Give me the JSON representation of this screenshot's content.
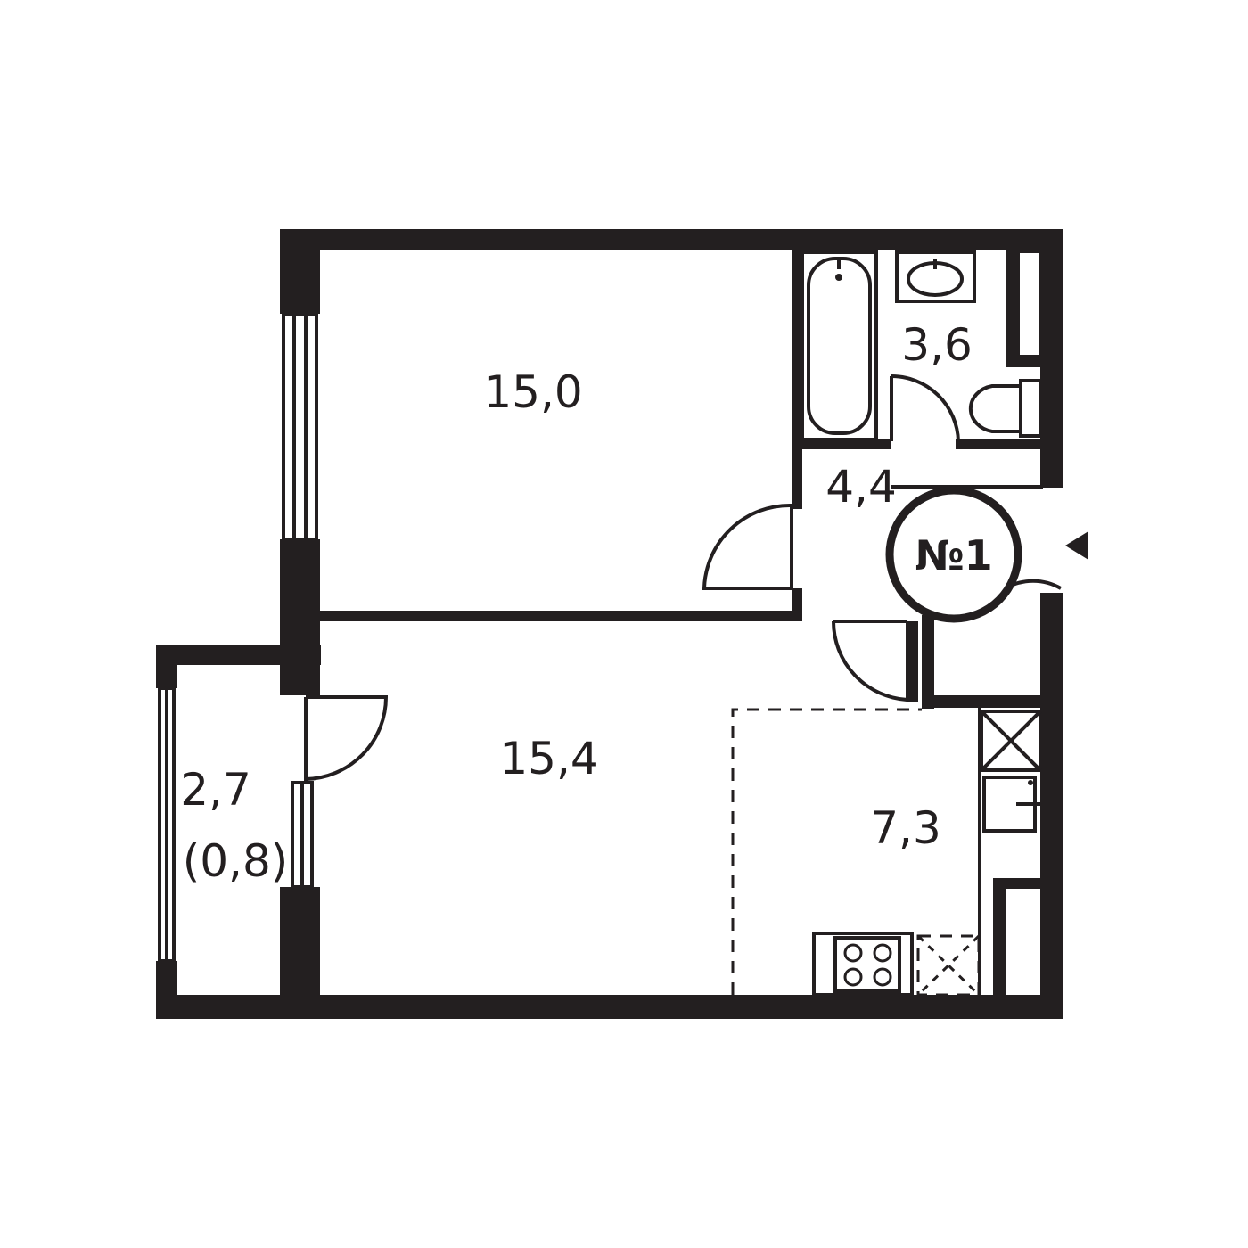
{
  "plan": {
    "apartment_badge": "№1",
    "rooms": [
      {
        "id": "room-1",
        "area": "15,0"
      },
      {
        "id": "room-2",
        "area": "15,4"
      },
      {
        "id": "bathroom",
        "area": "3,6"
      },
      {
        "id": "hall",
        "area": "4,4"
      },
      {
        "id": "kitchen",
        "area": "7,3"
      },
      {
        "id": "loggia",
        "area": "2,7",
        "area_reduced": "(0,8)"
      }
    ],
    "icons": {
      "entrance": "entrance-arrow-icon",
      "bathtub": "bathtub-icon",
      "sink": "sink-icon",
      "toilet": "toilet-icon",
      "stove": "stove-icon",
      "shaft": "ventilation-shaft-icon",
      "kitchen_sink": "kitchen-sink-icon"
    },
    "colors": {
      "ink": "#231f20",
      "background": "#ffffff"
    }
  }
}
